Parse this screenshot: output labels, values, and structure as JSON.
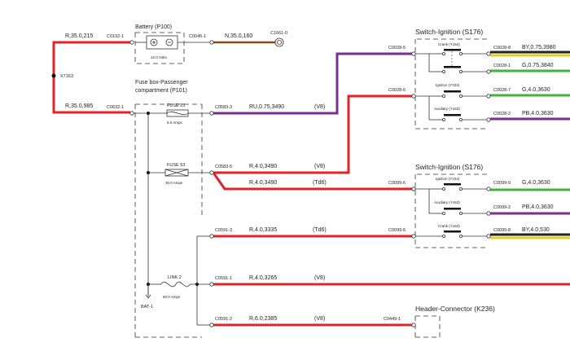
{
  "battery": {
    "title": "Battery (P100)",
    "rating": "12.0 Volts",
    "conn_pos": "C0192-1",
    "conn_neg": "C0045-1"
  },
  "ground": {
    "label": "C1661-0"
  },
  "splice": {
    "label": "X7163"
  },
  "fusebox": {
    "title_line1": "Fuse box-Passenger",
    "title_line2": "compartment (P101)",
    "bat_label": "BAT-1"
  },
  "switch1": {
    "title": "Switch-Ignition (S176)",
    "crank": "Crank (Y162)",
    "ignition": "Ignition (Y104)",
    "auxiliary": "Auxiliary (Y163)"
  },
  "switch2": {
    "title": "Switch-Ignition (S176)",
    "ignition": "Ignition (Y104)",
    "auxiliary": "Auxiliary (Y163)",
    "crank": "Crank (Y162)"
  },
  "header": {
    "title": "Header-Connector (K236)"
  },
  "fuses": [
    {
      "name": "FUSE 25",
      "rating": "5.0 Amps"
    },
    {
      "name": "FUSE 53",
      "rating": "30.0 Amps"
    },
    {
      "name": "LINK 2",
      "rating": "60.0 Amps"
    }
  ],
  "connectors": {
    "c0632": "C0632-1",
    "c0583_3": "C0583-3",
    "c0583_5": "C0583-5",
    "c0591_3": "C0591-3",
    "c0591_1": "C0591-1",
    "c0591_2": "C0591-2",
    "c0028_5": "C0028-5",
    "c0028_6": "C0028-6",
    "c0028_8": "C0028-8",
    "c0028_1": "C0028-1",
    "c0028_7": "C0028-7",
    "c0028_2": "C0028-2",
    "c0099_6": "C0099-6",
    "c0099_9": "C0099-9",
    "c0099_2": "C0099-2",
    "c0099_5": "C0099-5",
    "c0099_8": "C0099-8",
    "c0449": "C0449-1"
  },
  "wires": {
    "w_r35_215": "R,35.0,215",
    "w_n35_160": "N,35.0,160",
    "w_r35_985": "R,35.0,985",
    "w_ru": "RU,0.75,3490",
    "w_r4_3490a": "R,4.0,3490",
    "w_r4_3490b": "R,4.0,3490",
    "w_r4_3335": "R,4.0,3335",
    "w_r4_3265": "R,4.0,3265",
    "w_r6_2385": "R,6.0,2385",
    "w_by075": "BY,0.75,3980",
    "w_g075": "G,0.75,3840",
    "w_g4_3630a": "G,4.0,3630",
    "w_pb4_3630a": "PB,4.0,3630",
    "w_g4_3630b": "G,4.0,3630",
    "w_pb4_3630b": "PB,4.0,3630",
    "w_by4_530": "BY,4.0,530"
  },
  "variants": {
    "v8_1": "(V8)",
    "v8_2": "(V8)",
    "td6_1": "(Td6)",
    "td6_2": "(Td6)",
    "v8_3": "(V8)",
    "v8_4": "(V8)"
  },
  "colors": {
    "red": "#e0232a",
    "purple": "#7a2e8e",
    "brown": "#8a4a12",
    "green": "#3fb43a",
    "yellow": "#e3d21b",
    "black": "#222222"
  }
}
